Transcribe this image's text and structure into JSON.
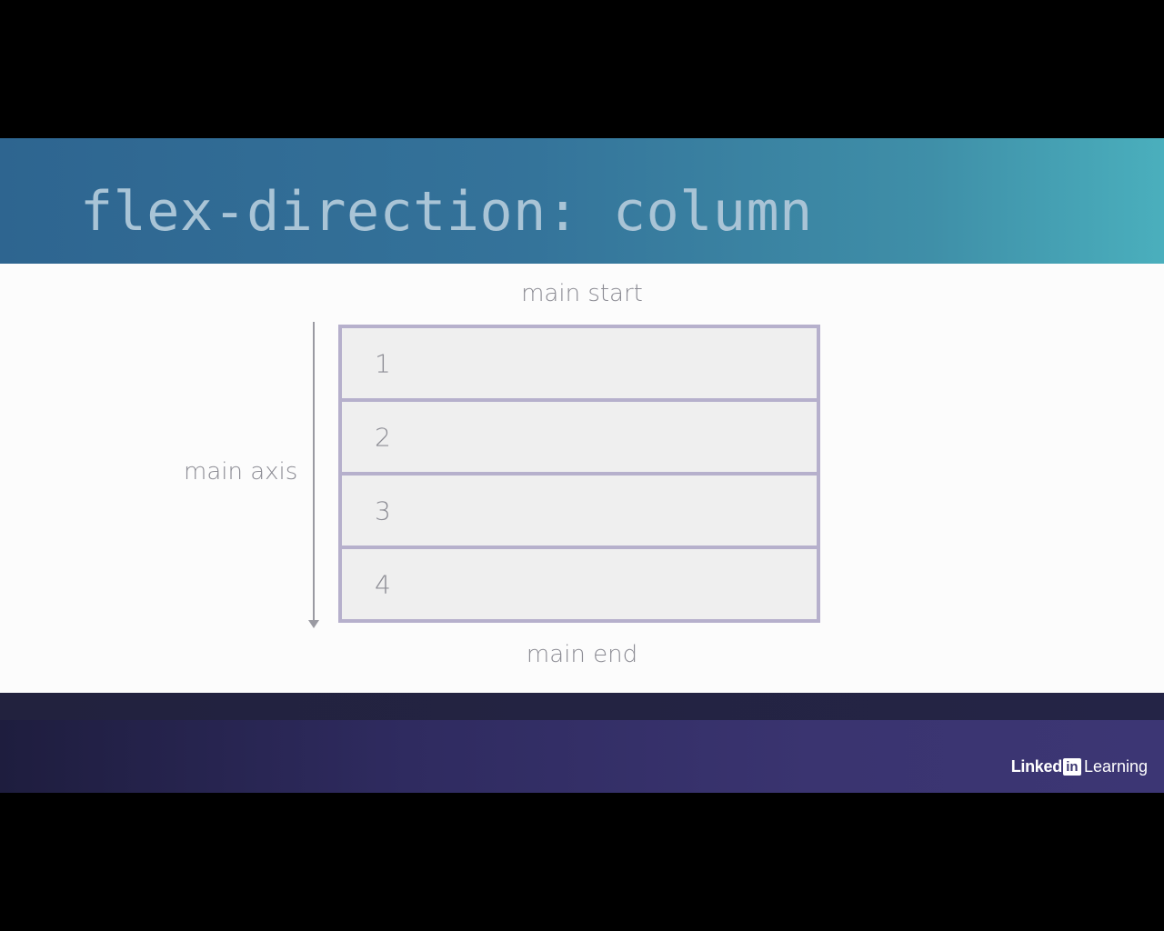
{
  "slide": {
    "title": "flex-direction: column"
  },
  "diagram": {
    "main_start_label": "main start",
    "main_end_label": "main end",
    "main_axis_label": "main axis",
    "items": [
      {
        "label": "1"
      },
      {
        "label": "2"
      },
      {
        "label": "3"
      },
      {
        "label": "4"
      }
    ]
  },
  "branding": {
    "logo_word_1": "Linked",
    "logo_in": "in",
    "logo_word_2": "Learning"
  },
  "colors": {
    "title_band_start": "#2e6590",
    "title_band_end": "#4aafbd",
    "item_border": "#b6b0cc",
    "item_fill": "#efefef",
    "footer": "#3a3470"
  }
}
